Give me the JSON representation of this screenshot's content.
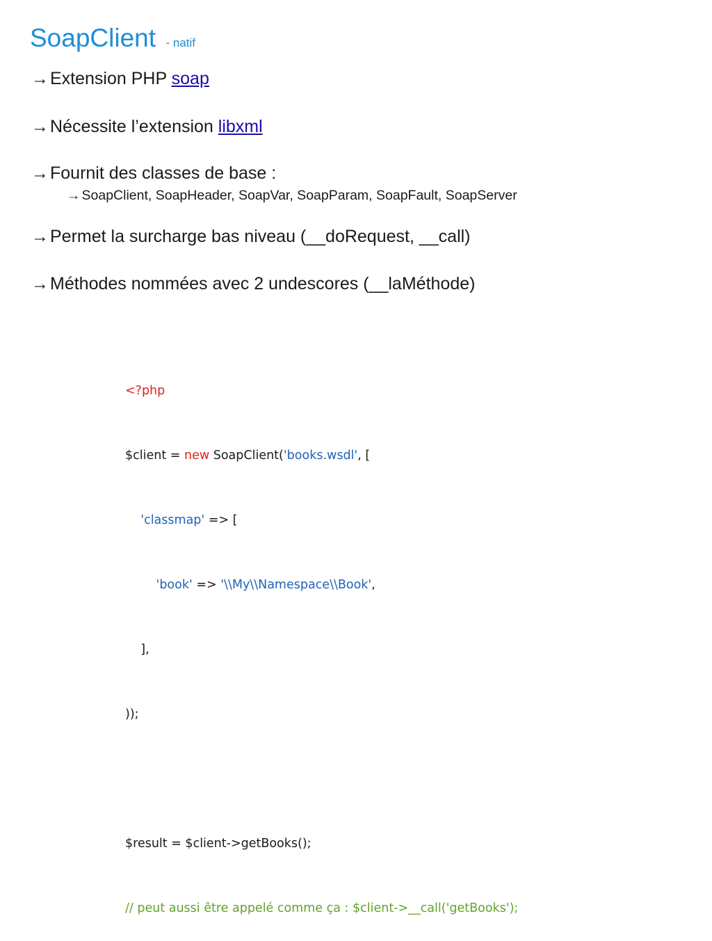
{
  "title": {
    "main": "SoapClient",
    "sub": "- natif"
  },
  "bullets": [
    {
      "arrow": "→",
      "text": "Extension PHP ",
      "link": "soap"
    },
    {
      "arrow": "→",
      "text": "Nécessite l’extension ",
      "link": "libxml"
    },
    {
      "arrow": "→",
      "text": "Fournit des classes de base :"
    },
    {
      "arrow": "→",
      "text": "SoapClient, SoapHeader, SoapVar, SoapParam, SoapFault, SoapServer"
    },
    {
      "arrow": "→",
      "text": "Permet la surcharge bas niveau (__doRequest, __call)"
    },
    {
      "arrow": "→",
      "text": "Méthodes nommées avec 2 undescores (__laMéthode)"
    }
  ],
  "code": {
    "l1": "<?php",
    "l2a": "$client = ",
    "l2b": "new",
    "l2c": " SoapClient(",
    "l2d": "'books.wsdl'",
    "l2e": ", [",
    "l3a": "    ",
    "l3b": "'classmap'",
    "l3c": " => [",
    "l4a": "        ",
    "l4b": "'book'",
    "l4c": " => ",
    "l4d": "'\\\\My\\\\Namespace\\\\Book'",
    "l4e": ",",
    "l5": "    ],",
    "l6": "));",
    "l8": "$result = $client->getBooks();",
    "l9": "// peut aussi être appelé comme ça : $client->__call('getBooks');"
  }
}
